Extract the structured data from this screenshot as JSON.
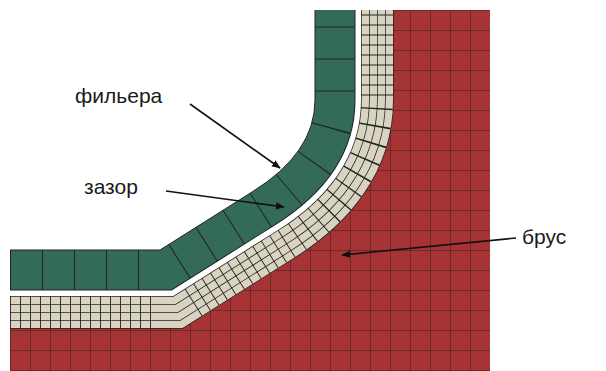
{
  "diagram": {
    "labels": [
      "фильера",
      "зазор",
      "брус"
    ]
  }
}
